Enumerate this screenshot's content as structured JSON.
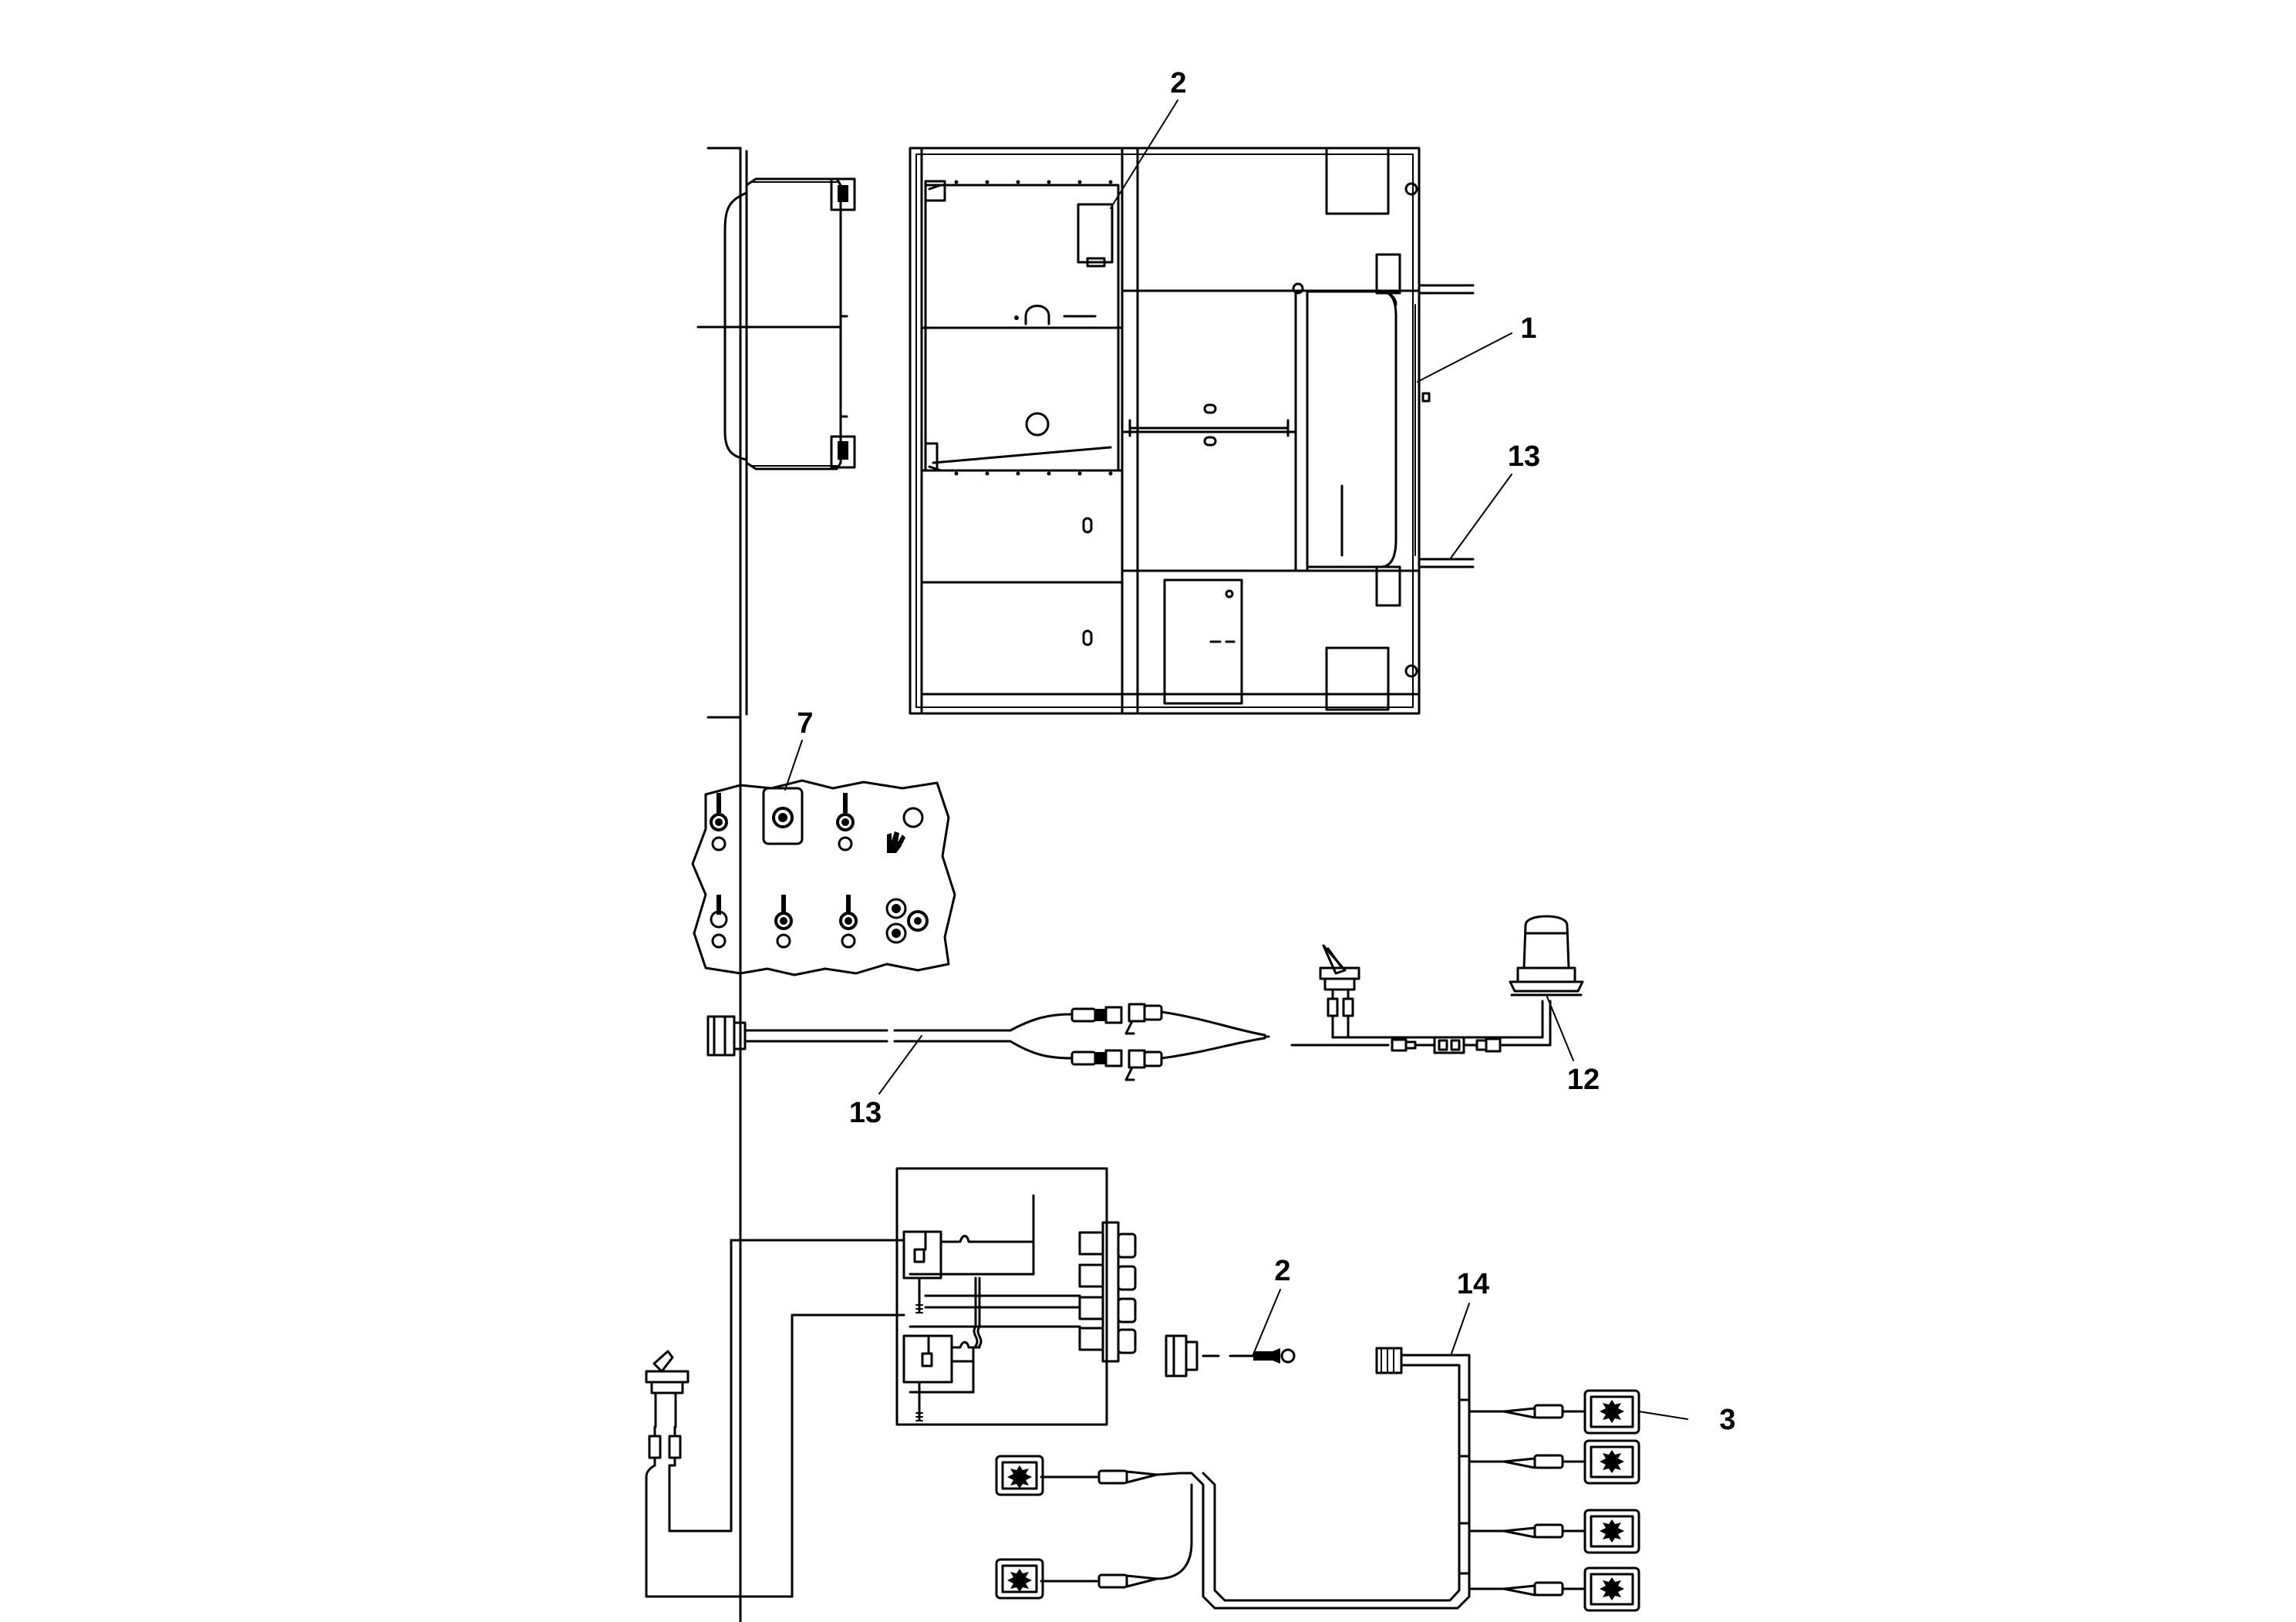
{
  "callouts": {
    "c1": "1",
    "c2_top": "2",
    "c2_bottom": "2",
    "c3": "3",
    "c7": "7",
    "c12": "12",
    "c13_right": "13",
    "c13_bottom": "13",
    "c14": "14"
  },
  "icons": {
    "lamp": "sun-lamp-icon",
    "toggle": "toggle-switch-icon",
    "beacon": "beacon-light-icon",
    "connector": "harness-connector-icon"
  },
  "colors": {
    "line": "#000000",
    "background": "#ffffff"
  }
}
